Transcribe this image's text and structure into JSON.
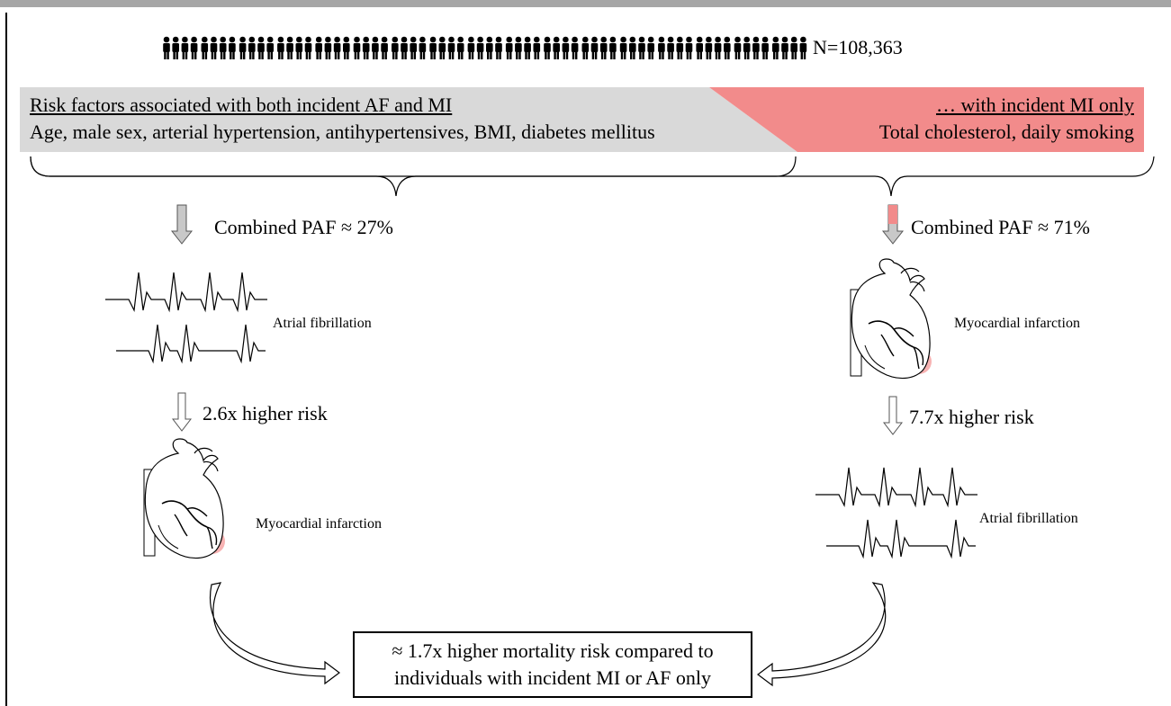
{
  "population": {
    "n_label": "N=108,363",
    "icon": "people-crowd-icon"
  },
  "banner": {
    "left_title": "Risk factors associated with both incident AF and MI",
    "left_text": "Age, male sex, arterial hypertension, antihypertensives, BMI, diabetes mellitus",
    "right_title": "… with incident MI only",
    "right_text": "Total cholesterol, daily smoking",
    "color_shared": "#d9d9d9",
    "color_mi_only": "#f28b8b"
  },
  "left_path": {
    "paf_label": "Combined PAF ≈ 27%",
    "first_event": "Atrial fibrillation",
    "risk_label": "2.6x higher risk",
    "second_event": "Myocardial infarction"
  },
  "right_path": {
    "paf_label": "Combined PAF ≈ 71%",
    "first_event": "Myocardial infarction",
    "risk_label": "7.7x higher risk",
    "second_event": "Atrial fibrillation"
  },
  "outcome": {
    "line1": "≈ 1.7x higher mortality risk compared to",
    "line2": "individuals with incident MI or AF only"
  }
}
